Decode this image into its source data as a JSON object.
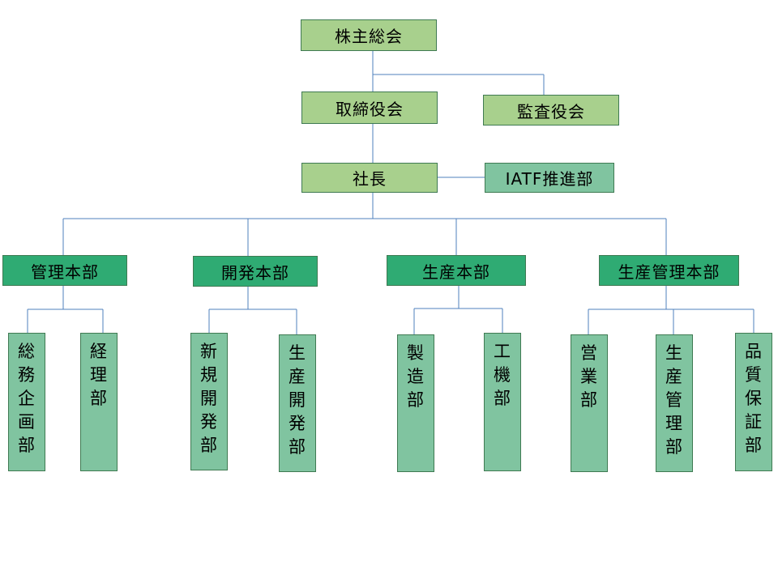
{
  "governance": {
    "shareholders_meeting": "株主総会",
    "board_of_directors": "取締役会",
    "auditors": "監査役会",
    "president": "社長",
    "iatf": "IATF推進部"
  },
  "divisions": [
    {
      "name": "管理本部",
      "departments": [
        "総務企画部",
        "経理部"
      ]
    },
    {
      "name": "開発本部",
      "departments": [
        "新規開発部",
        "生産開発部"
      ]
    },
    {
      "name": "生産本部",
      "departments": [
        "製造部",
        "工機部"
      ]
    },
    {
      "name": "生産管理本部",
      "departments": [
        "営業部",
        "生産管理部",
        "品質保証部"
      ]
    }
  ],
  "colors": {
    "governance_box": "#a8d08d",
    "iatf_box": "#80c4a0",
    "division_box": "#2fab73",
    "department_box": "#80c4a0",
    "connector_line": "#4f81bd"
  }
}
